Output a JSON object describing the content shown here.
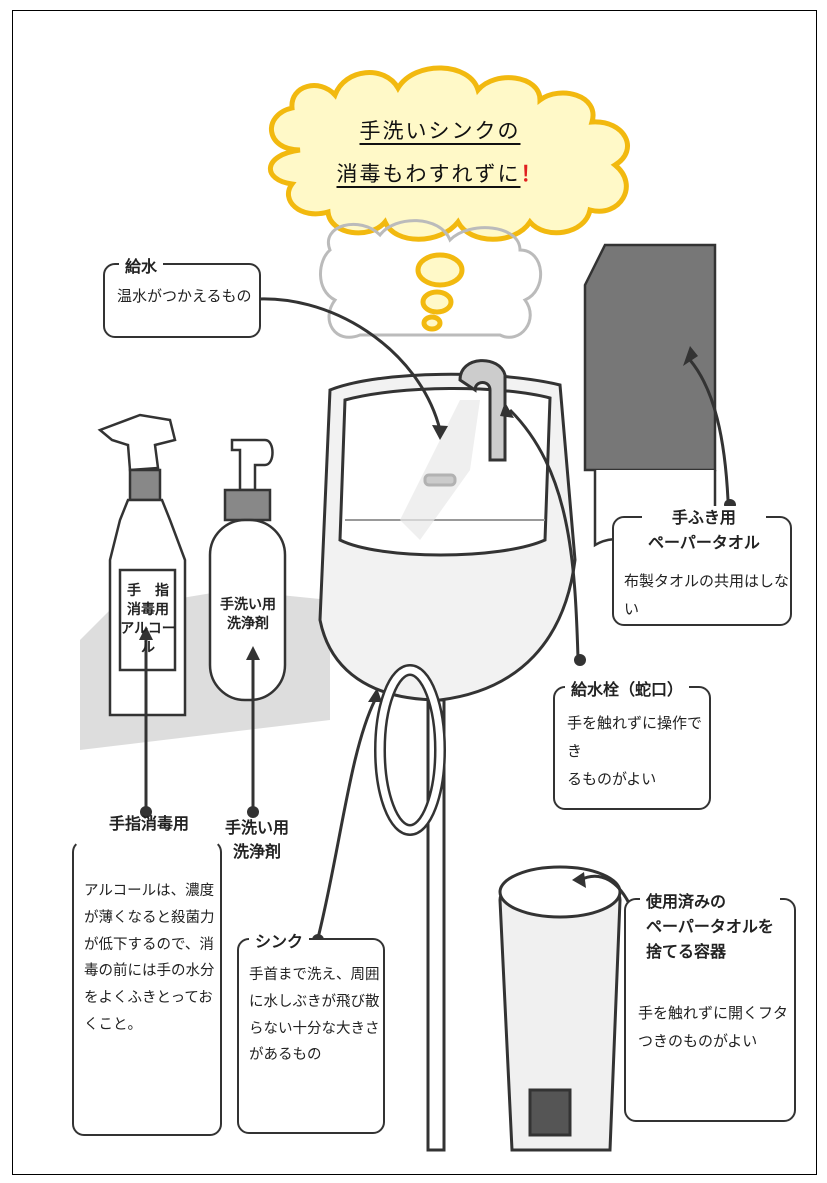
{
  "cloud": {
    "line1": "手洗いシンクの",
    "line2": "消毒もわすれずに",
    "exclamation": "！"
  },
  "water_supply": {
    "title": "給水",
    "body": "温水がつかえるもの"
  },
  "paper_towel": {
    "title": "手ふき用\nペーパータオル",
    "body": "布製タオルの共用はしない"
  },
  "faucet": {
    "title": "給水栓（蛇口）",
    "body": "手を触れずに操作でき\nるものがよい"
  },
  "alcohol_label": "手指消毒用\nアルコール",
  "alcohol_body": "アルコールは、濃度\nが薄くなると殺菌力\nが低下するので、消\n毒の前には手の水分\nをよくふきとってお\nくこと。",
  "soap_label": "手洗い用\n洗浄剤",
  "sink": {
    "title": "シンク",
    "body": "手首まで洗え、周囲\nに水しぶきが飛び散\nらない十分な大きさ\nがあるもの"
  },
  "bin": {
    "title": "使用済みの\nペーパータオルを\n捨てる容器",
    "body": "手を触れずに開くフタ\nつきのものがよい"
  },
  "bottle_alcohol_text": "手　指\n消毒用\nアルコール",
  "bottle_soap_text": "手洗い用\n洗浄剤",
  "colors": {
    "cloud_fill": "#fff9c8",
    "cloud_stroke": "#f2b90f",
    "accent_red": "#e02020"
  }
}
